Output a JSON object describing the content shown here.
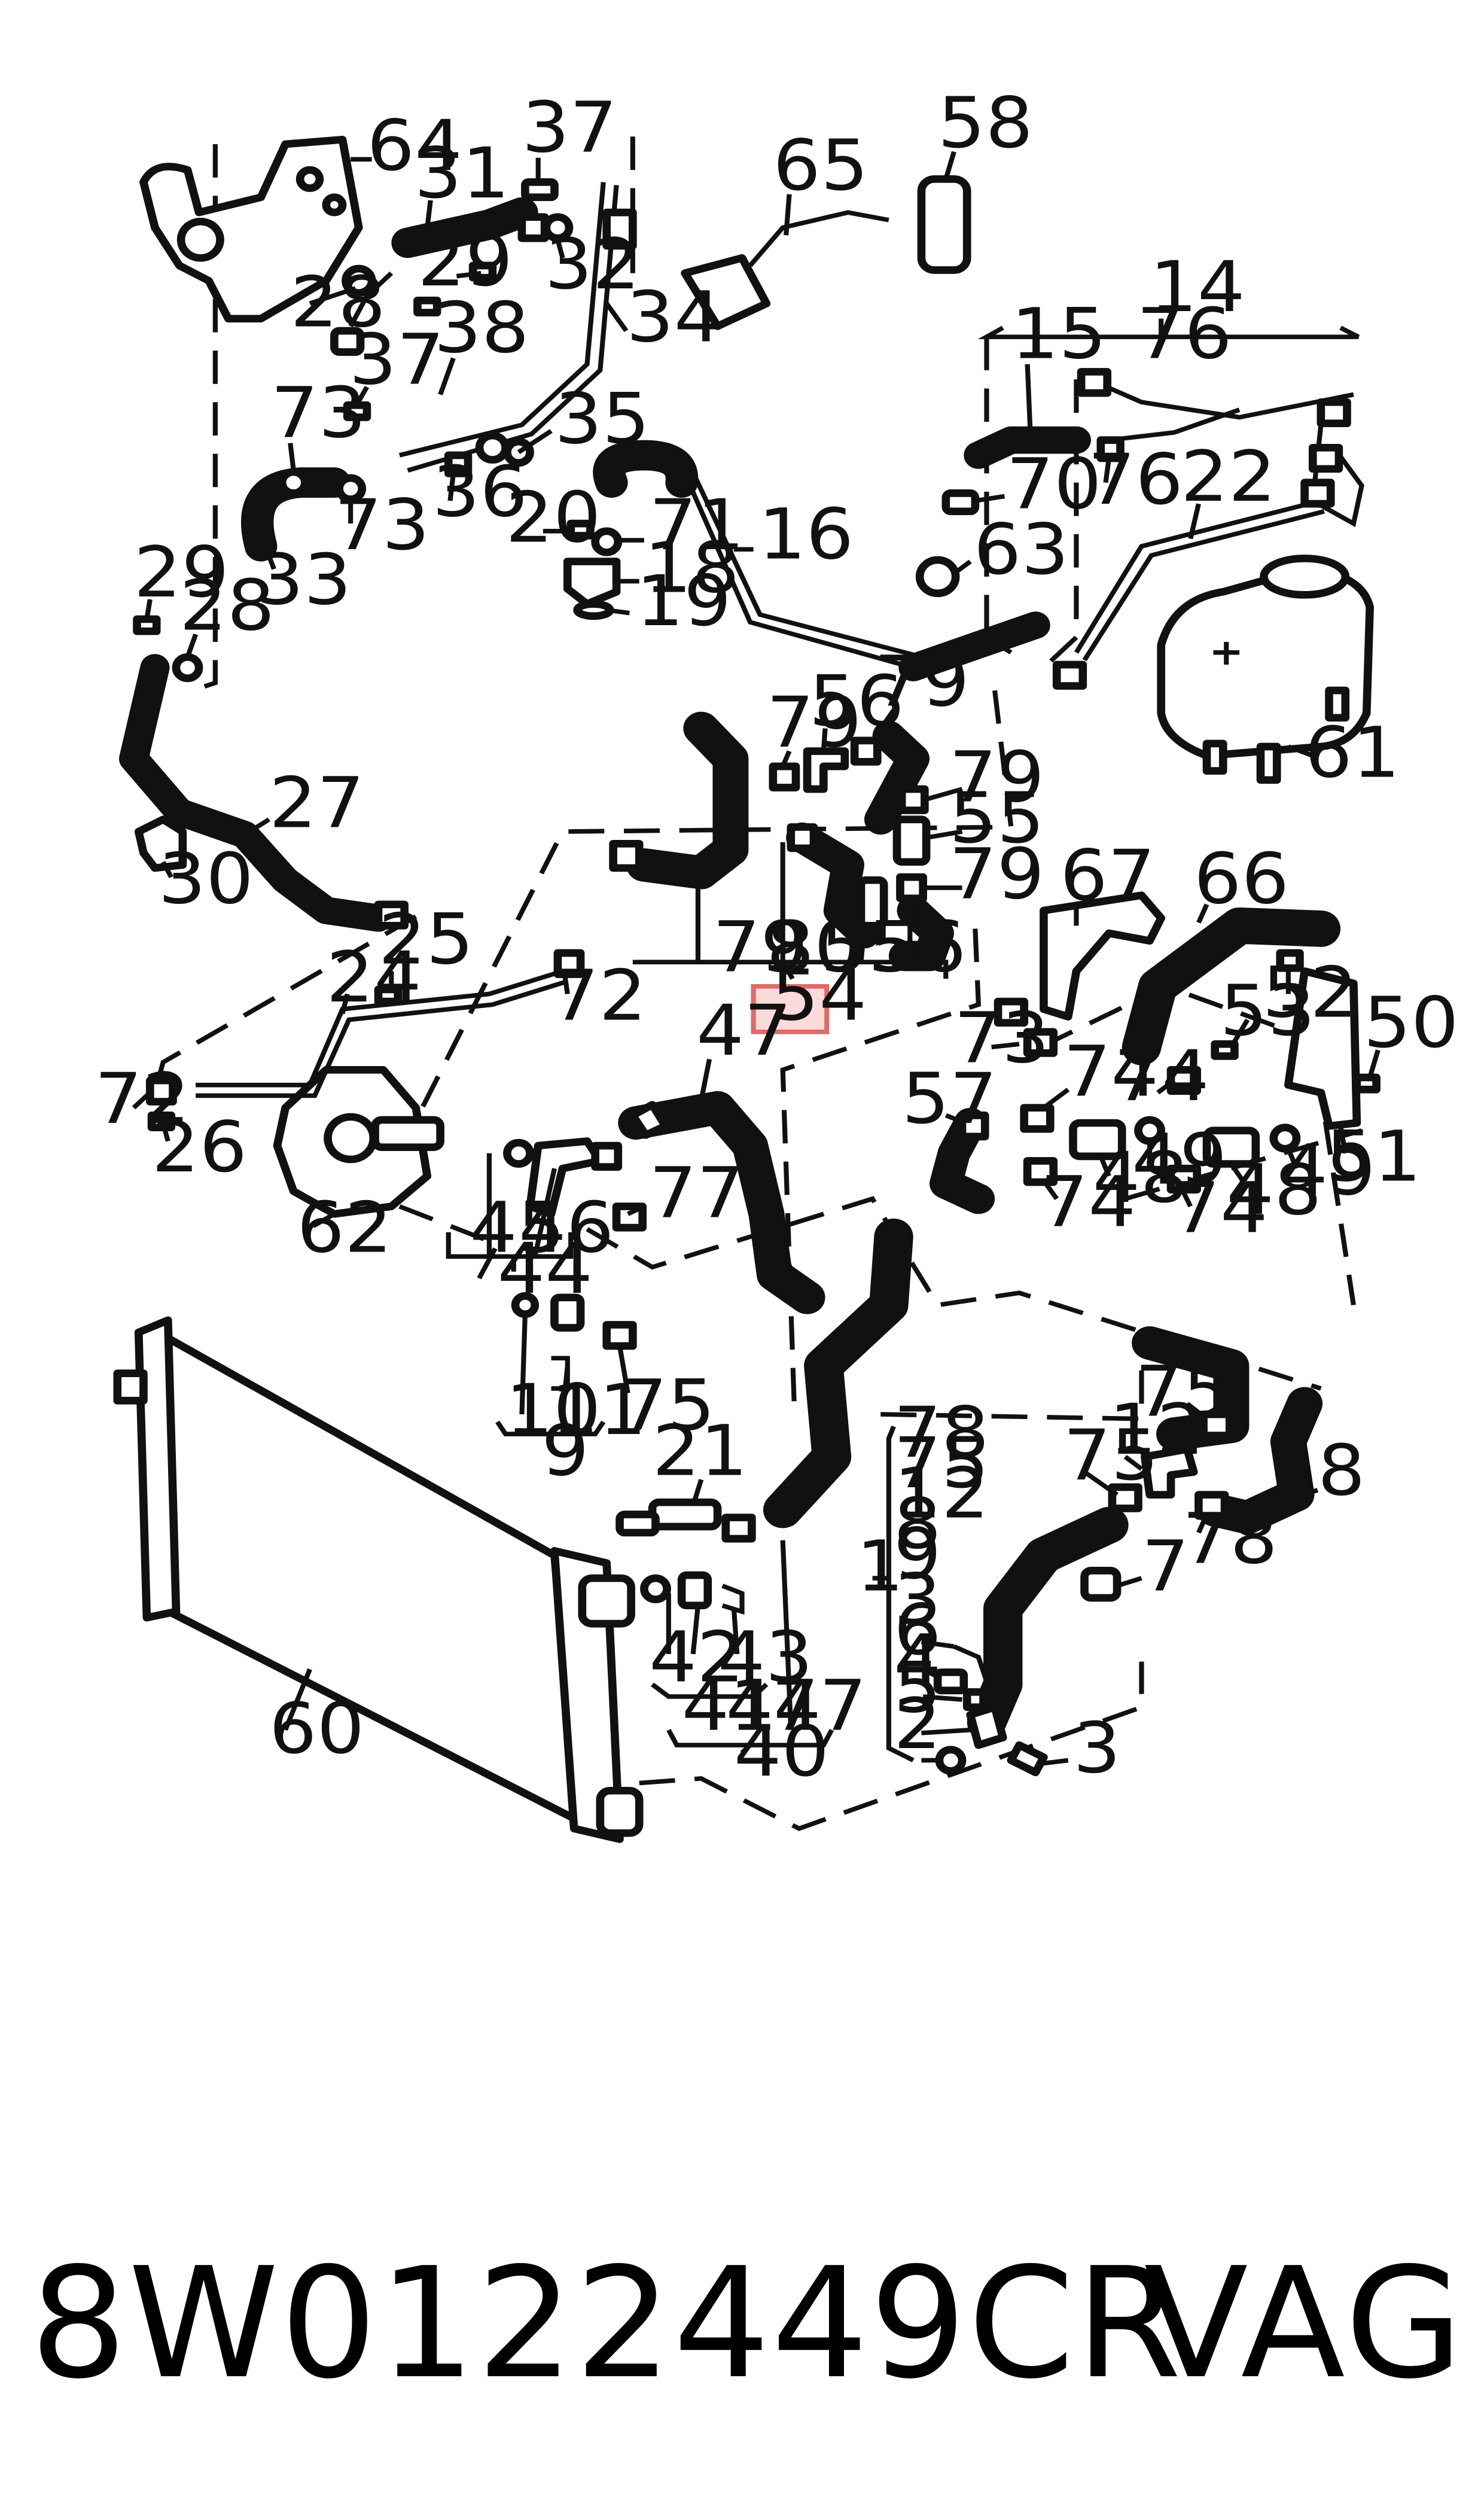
{
  "diagram": {
    "part_number": "8W0122449CR",
    "brand": "VAG",
    "highlighted_label": "54",
    "labels": {
      "l64": "64",
      "l37a": "37",
      "l58": "58",
      "l31": "31",
      "l65": "65",
      "l29a": "29",
      "l32": "32",
      "l28a": "28",
      "l34": "34",
      "l14": "14",
      "l76a": "76",
      "l15": "15",
      "l38": "38",
      "l37b": "37",
      "l73a": "73",
      "l35": "35",
      "l70": "70",
      "l76b": "76",
      "l22": "22",
      "l36": "36",
      "l73b": "73",
      "l33": "33",
      "l20": "20",
      "l71": "71",
      "l16": "16",
      "l63": "63",
      "l18": "18",
      "l19": "19",
      "l29b": "29",
      "l28b": "28",
      "l56a": "56",
      "l79a": "79",
      "l79b": "79",
      "l79c": "79",
      "l55a": "55",
      "l61": "61",
      "l27": "27",
      "l79d": "79",
      "l30": "30",
      "l79e": "79",
      "l80": "80",
      "l55b": "55",
      "l56b": "56",
      "l67": "67",
      "l66": "66",
      "l25": "25",
      "l72a": "72",
      "l24": "24",
      "l53": "53",
      "l52": "52",
      "l50": "50",
      "l47": "47",
      "l73c": "73",
      "l72b": "72",
      "l26": "26",
      "l57": "57",
      "l74a": "74",
      "l74b": "74",
      "l49a": "49",
      "l48a": "48",
      "l49b": "49",
      "l48b": "48",
      "l51": "51",
      "l74c": "74",
      "l74d": "74",
      "l77a": "77",
      "l62": "62",
      "l45": "45",
      "l46": "46",
      "l44a": "44",
      "l75a": "75",
      "l10": "10",
      "l11": "11",
      "l9": "9",
      "l75b": "75",
      "l78a": "78",
      "l75c": "75",
      "l12a": "12",
      "l12b": "12",
      "l8a": "8",
      "l8b": "8",
      "l9b": "9",
      "l1": "1",
      "l7": "7",
      "l75d": "75",
      "l78b": "78",
      "l21": "21",
      "l3a": "3",
      "l6": "6",
      "l4": "4",
      "l5": "5",
      "l2": "2",
      "l3b": "3",
      "l42": "42",
      "l43": "43",
      "l41": "41",
      "l44b": "44",
      "l77b": "77",
      "l40": "40",
      "l60": "60"
    }
  }
}
